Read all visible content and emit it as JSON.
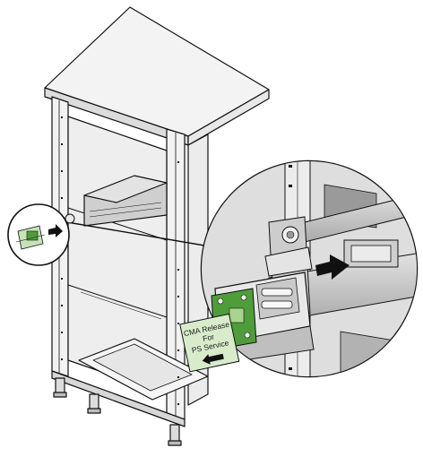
{
  "figure": {
    "label": {
      "line1": "CMA Release",
      "line2": "For",
      "line3": "PS Service"
    },
    "colors": {
      "bracket": "#4f9d3a",
      "label_card": "#d8eccb",
      "rack": "#f4f4f4",
      "outline": "#111111",
      "arrow": "#111111"
    },
    "icons": [
      "push-arrow-icon",
      "left-arrow-icon"
    ]
  }
}
